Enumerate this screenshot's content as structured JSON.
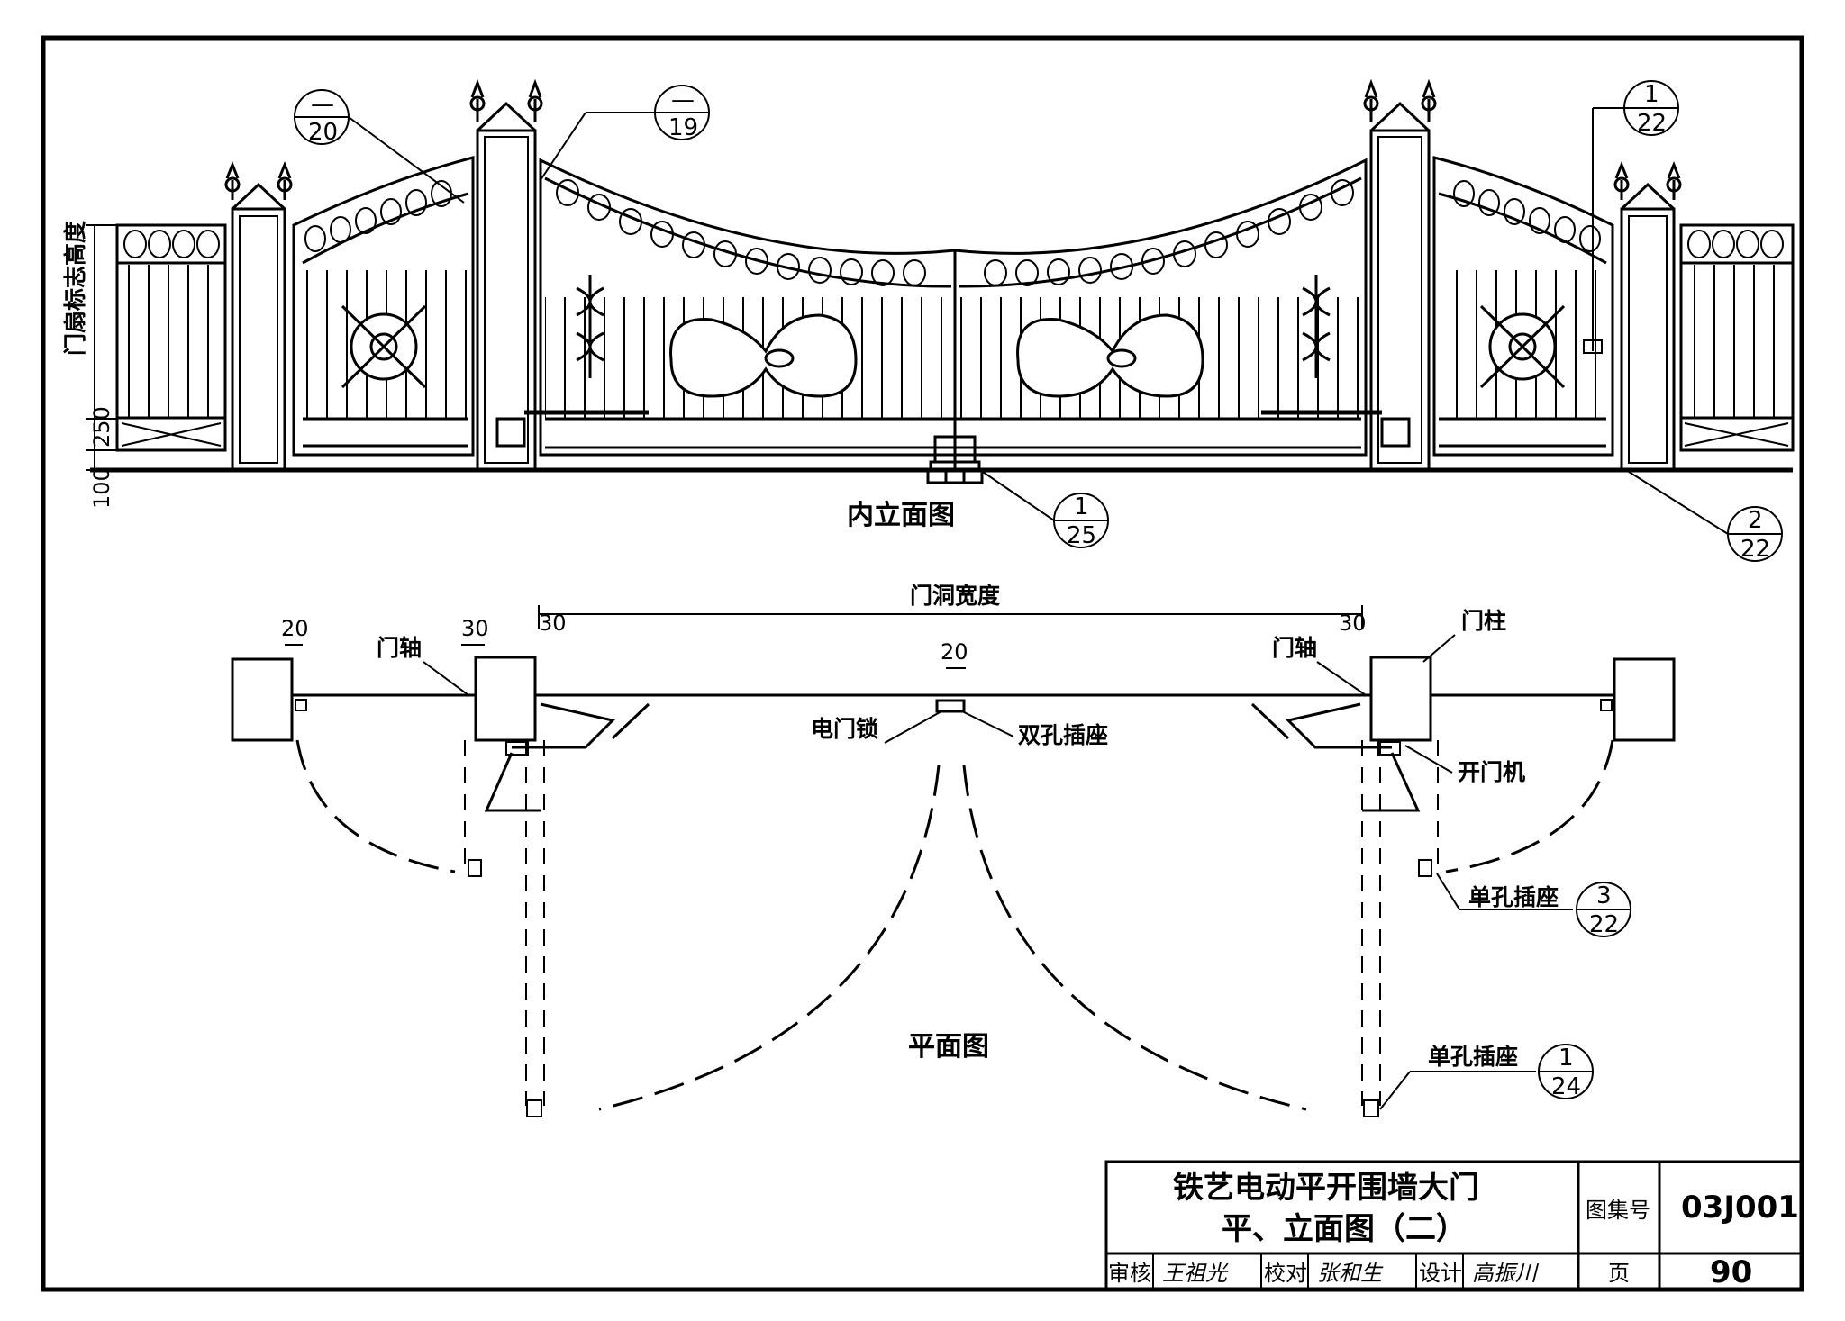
{
  "elevation": {
    "title": "内立面图",
    "height_label": "门扇标志高度",
    "dim_250": "250",
    "dim_100": "100",
    "ref_left_gate": {
      "top": "—",
      "bottom": "20"
    },
    "ref_center_gate": {
      "top": "—",
      "bottom": "19"
    },
    "ref_right_hinge": {
      "top": "1",
      "bottom": "22"
    },
    "ref_lock_base": {
      "top": "1",
      "bottom": "25"
    },
    "ref_right_post": {
      "top": "2",
      "bottom": "22"
    }
  },
  "plan": {
    "title": "平面图",
    "opening_width": "门洞宽度",
    "dim_20_left": "20",
    "dim_30_left": "30",
    "dim_30_inner_left": "30",
    "dim_30_inner_right": "30",
    "dim_20_center": "20",
    "label_hinge_left": "门轴",
    "label_hinge_right": "门轴",
    "label_post": "门柱",
    "label_lock": "电门锁",
    "label_double_socket": "双孔插座",
    "label_opener": "开门机",
    "label_single_socket_1": "单孔插座",
    "label_single_socket_2": "单孔插座",
    "ref_single_socket_1": {
      "top": "3",
      "bottom": "22"
    },
    "ref_single_socket_2": {
      "top": "1",
      "bottom": "24"
    }
  },
  "title_block": {
    "title_line1": "铁艺电动平开围墙大门",
    "title_line2": "平、立面图（二）",
    "atlas_label": "图集号",
    "atlas_no": "03J001",
    "review_label": "审核",
    "review_sign": "王祖光",
    "check_label": "校对",
    "check_sign": "张和生",
    "design_label": "设计",
    "design_sign": "高振川",
    "page_label": "页",
    "page_no": "90"
  }
}
